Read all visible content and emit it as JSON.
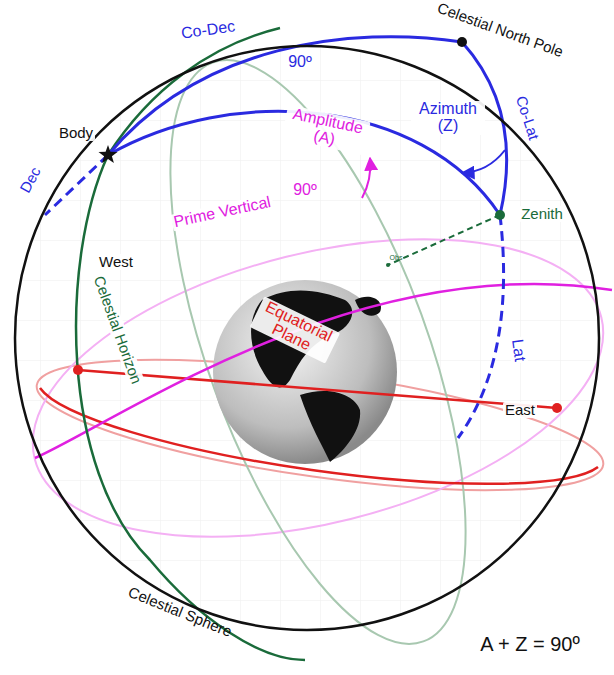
{
  "diagram": {
    "labels": [
      "Celestial North Pole",
      "Co-Dec",
      "90º",
      "Body",
      "Azimuth (Z)",
      "Co-Lat",
      "Amplitude (A)",
      "Prime Vertical",
      "90º",
      "Zenith",
      "Dec",
      "West",
      "Lat",
      "Celestial Horizon",
      "Equatorial Plane",
      "East",
      "Obs",
      "Celestial Sphere",
      "A + Z = 90º"
    ]
  }
}
